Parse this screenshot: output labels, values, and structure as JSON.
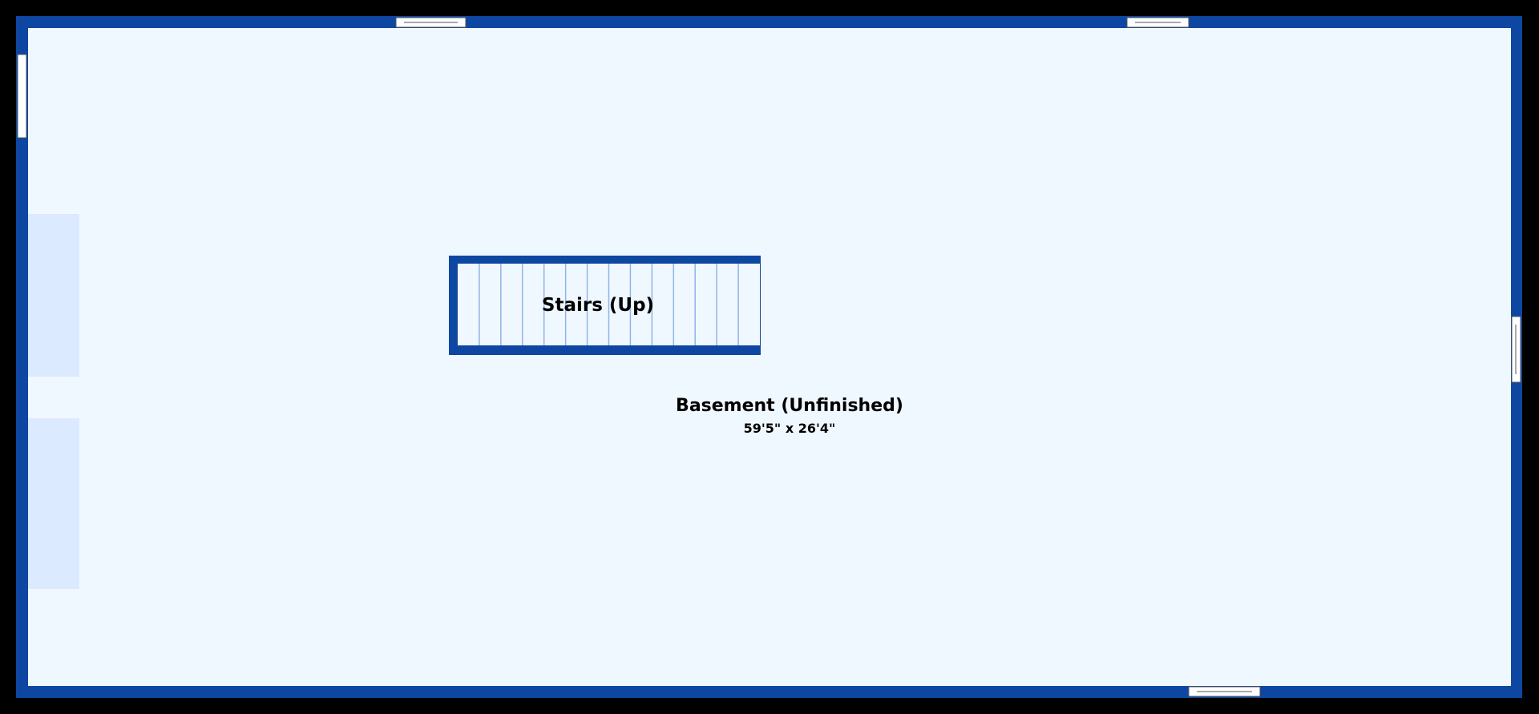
{
  "plan": {
    "rooms": [
      {
        "name": "Basement (Unfinished)",
        "dimensions": "59'5\" x 26'4\""
      }
    ],
    "stairs": {
      "label": "Stairs (Up)",
      "tread_count": 14
    }
  },
  "colors": {
    "background": "#000000",
    "wall": "#0d47a1",
    "floor": "#f0f8ff",
    "accent_fill": "#dbeafe",
    "stair_line": "#90b4e8",
    "window": "#ffffff"
  }
}
